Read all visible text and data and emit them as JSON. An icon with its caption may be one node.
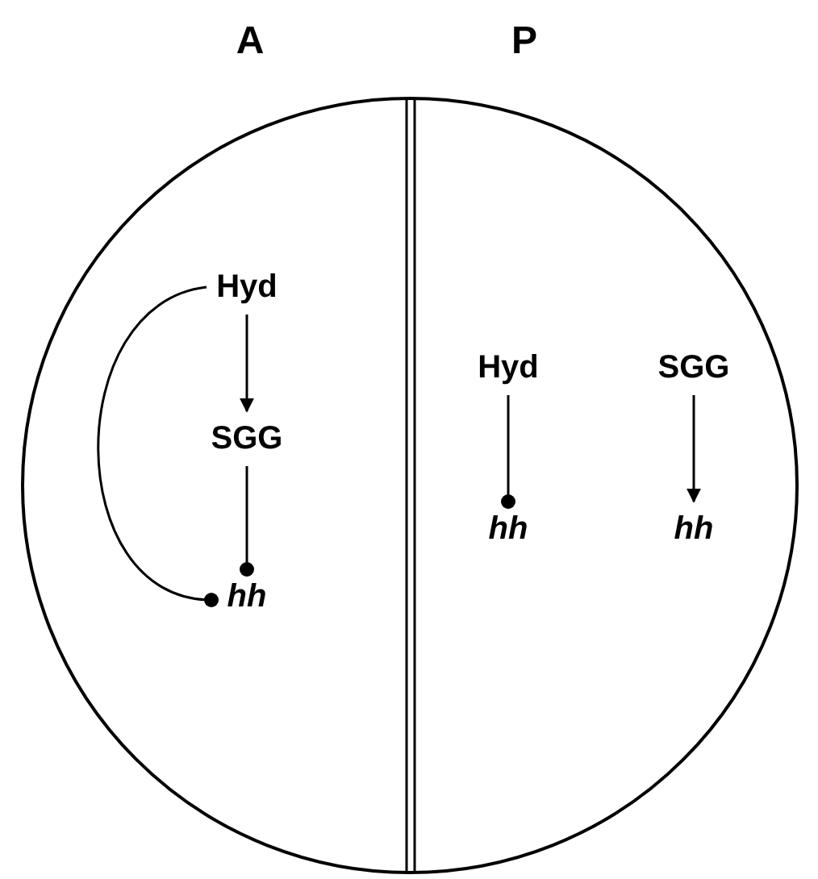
{
  "diagram": {
    "nodes": [
      {
        "text": [],
        "shape": "circle"
      },
      {
        "text": [
          "Hyd"
        ],
        "in": 0
      },
      {
        "text": [
          "SGG"
        ],
        "in": 0
      },
      {
        "text": [
          "hh"
        ],
        "in": 0
      },
      {
        "text": [
          "Hyd"
        ],
        "in": 0
      },
      {
        "text": [
          "hh"
        ],
        "in": 0
      },
      {
        "text": [
          "SGG"
        ],
        "in": 0
      },
      {
        "text": [
          "hh"
        ],
        "in": 0
      }
    ],
    "edges": [
      {
        "from": 1,
        "to": 2,
        "arrow": "to"
      },
      {
        "from": 2,
        "to": 3,
        "arrow": "other"
      },
      {
        "from": 1,
        "to": 3,
        "arrow": "other"
      },
      {
        "from": 4,
        "to": 5,
        "arrow": "other"
      },
      {
        "from": 6,
        "to": 7,
        "arrow": "to"
      }
    ],
    "labels": [
      "A",
      "P"
    ]
  }
}
